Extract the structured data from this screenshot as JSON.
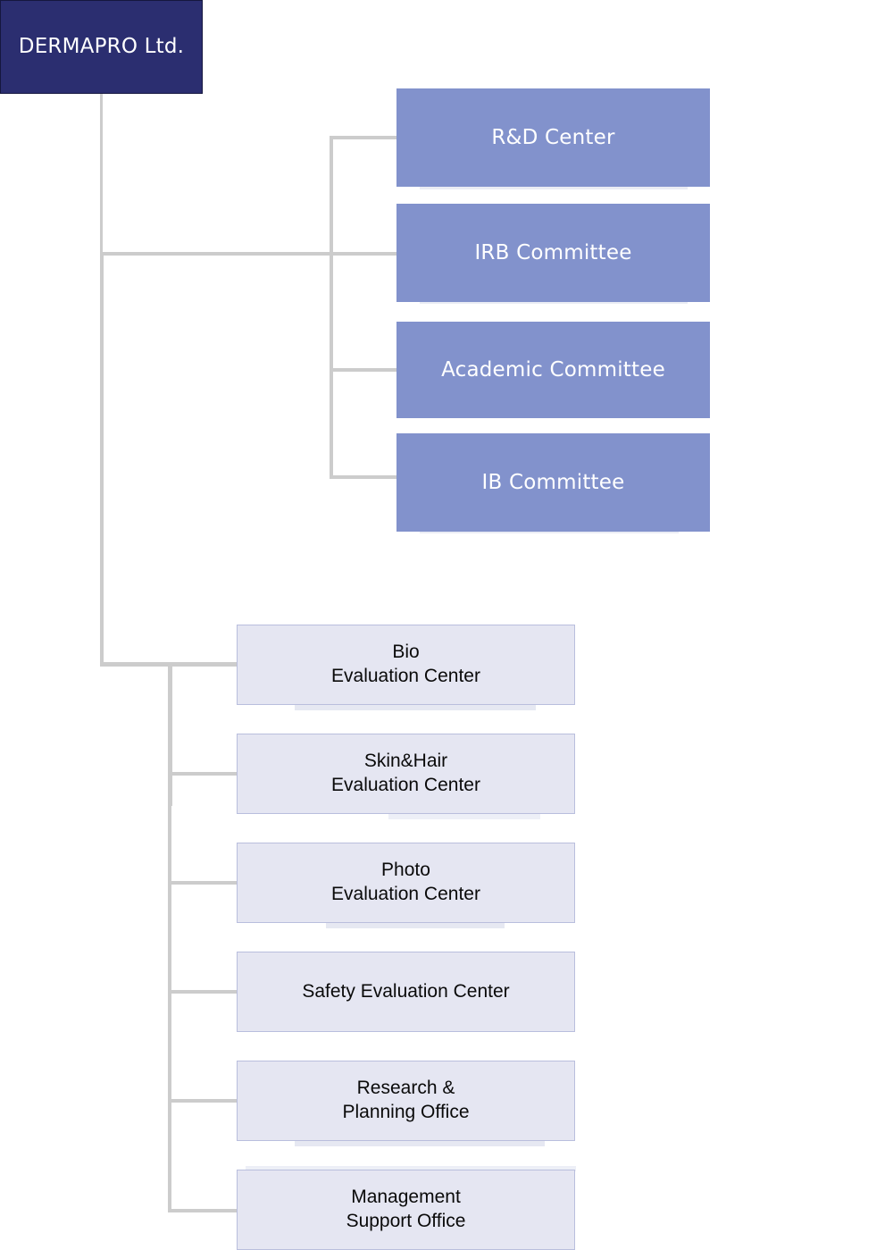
{
  "diagram": {
    "title": "DERMAPRO Ltd. Organization Chart",
    "type": "organizational-chart"
  },
  "colors": {
    "root_fill": "#2b2e70",
    "root_border": "#15173f",
    "root_text": "#ffffff",
    "committee_fill": "#8292cc",
    "committee_text": "#ffffff",
    "department_fill": "#e5e6f2",
    "department_border": "#b9bedd",
    "department_text": "#0a0a0a",
    "connector": "#cccccc",
    "background": "#ffffff"
  },
  "root": {
    "label": "DERMAPRO Ltd."
  },
  "committees": [
    {
      "label": "R&D Center"
    },
    {
      "label": "IRB Committee"
    },
    {
      "label": "Academic Committee"
    },
    {
      "label": "IB Committee"
    }
  ],
  "departments": [
    {
      "label": "Bio\nEvaluation Center"
    },
    {
      "label": "Skin&Hair\nEvaluation Center"
    },
    {
      "label": "Photo\nEvaluation Center"
    },
    {
      "label": "Safety Evaluation Center"
    },
    {
      "label": "Research &\nPlanning Office"
    },
    {
      "label": "Management\nSupport Office"
    }
  ]
}
